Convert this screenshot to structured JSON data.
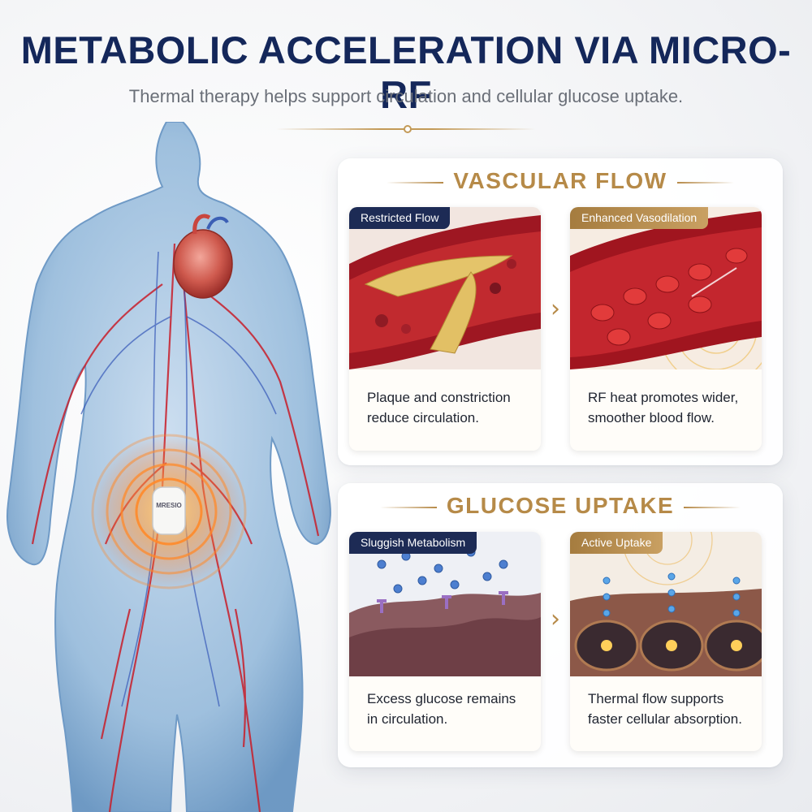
{
  "header": {
    "title": "METABOLIC ACCELERATION VIA MICRO-RF",
    "subtitle": "Thermal therapy helps support circulation and cellular glucose uptake."
  },
  "device": {
    "label": "MRESIO"
  },
  "sections": [
    {
      "heading": "VASCULAR FLOW",
      "before": {
        "tag": "Restricted Flow",
        "caption": "Plaque and constriction reduce circulation."
      },
      "after": {
        "tag": "Enhanced Vasodilation",
        "caption": "RF heat promotes wider, smoother blood flow."
      }
    },
    {
      "heading": "GLUCOSE UPTAKE",
      "before": {
        "tag": "Sluggish Metabolism",
        "caption": "Excess glucose remains in circulation."
      },
      "after": {
        "tag": "Active Uptake",
        "caption": "Thermal flow supports faster cellular absorption."
      }
    }
  ],
  "arrow_glyph": "›",
  "colors": {
    "title": "#14275a",
    "gold": "#b68a48",
    "navy": "#1d2b55",
    "blood": "#b3121f",
    "body": "#8fb6d9"
  }
}
